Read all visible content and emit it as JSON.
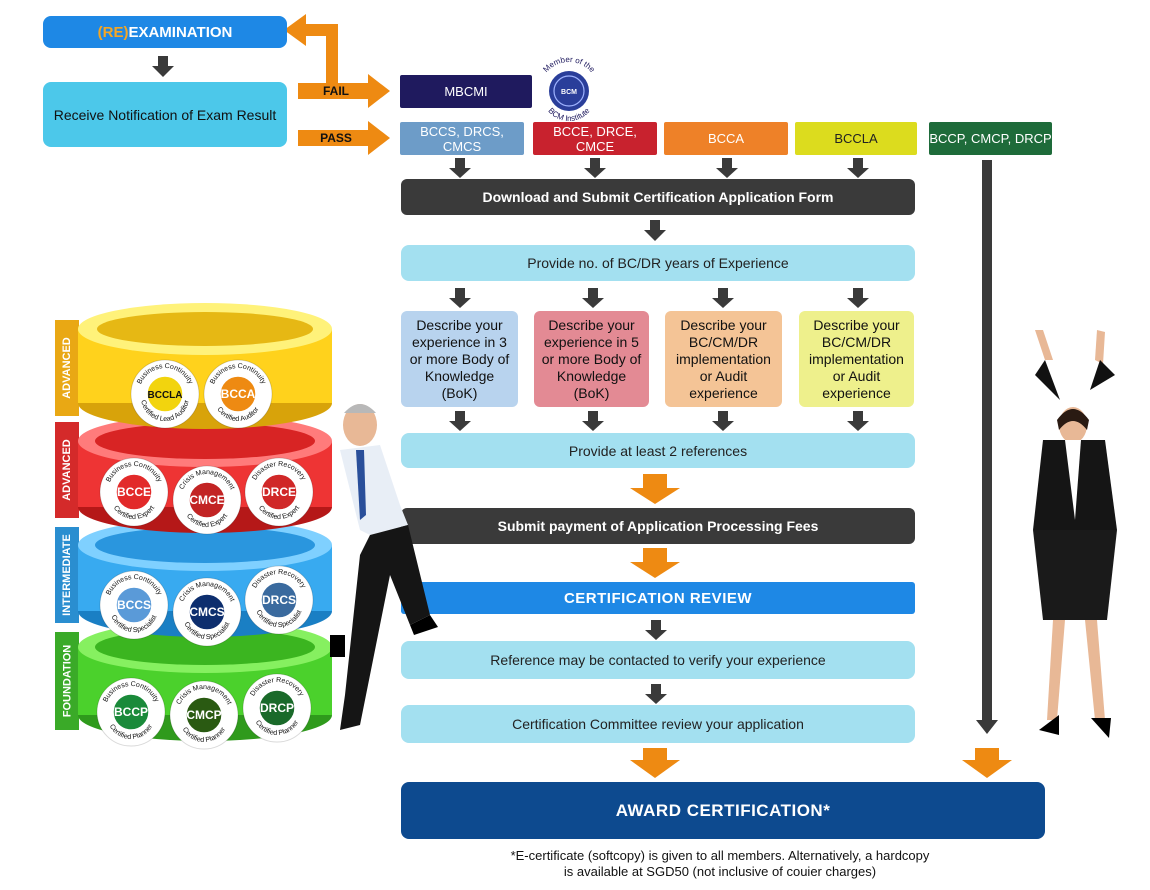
{
  "reexam": {
    "prefix": "(RE)",
    "label": "EXAMINATION"
  },
  "receive": "Receive Notification of Exam Result",
  "fail_label": "FAIL",
  "pass_label": "PASS",
  "mbcmi": "MBCMI",
  "seal": {
    "top": "Member of the",
    "bottom": "BCM Institute",
    "center": "BCM"
  },
  "tags": [
    {
      "label": "BCCS, DRCS, CMCS",
      "color": "#6d9cc8"
    },
    {
      "label": "BCCE, DRCE, CMCE",
      "color": "#c8222e"
    },
    {
      "label": "BCCA",
      "color": "#ee8128"
    },
    {
      "label": "BCCLA",
      "color": "#dcdc1e"
    },
    {
      "label": "BCCP, CMCP, DRCP",
      "color": "#1e6b3a"
    }
  ],
  "steps": {
    "download": "Download and Submit Certification Application Form",
    "years": "Provide no. of BC/DR years of Experience",
    "desc1": "Describe your experience in 3 or more Body of Knowledge (BoK)",
    "desc2": "Describe your experience in 5 or more Body of Knowledge (BoK)",
    "desc3": "Describe your BC/CM/DR implementation or Audit experience",
    "desc4": "Describe your BC/CM/DR implementation or Audit experience",
    "references": "Provide at least 2 references",
    "payment": "Submit payment of Application Processing Fees",
    "review": "CERTIFICATION REVIEW",
    "contact": "Reference may be contacted to verify your experience",
    "committee": "Certification Committee review your application",
    "award": "AWARD CERTIFICATION*"
  },
  "footnote": {
    "line1": "*E-certificate (softcopy) is given to all members. Alternatively, a hardcopy",
    "line2": "is available at SGD50 (not inclusive of couier charges)"
  },
  "levels": [
    {
      "label": "ADVANCED",
      "color": "#e9a814"
    },
    {
      "label": "ADVANCED",
      "color": "#d42a2a"
    },
    {
      "label": "INTERMEDIATE",
      "color": "#2a8ed0"
    },
    {
      "label": "FOUNDATION",
      "color": "#3aaa28"
    }
  ],
  "badges": {
    "bccla": {
      "code": "BCCLA",
      "ring": "Business Continuity",
      "sub": "Certified Lead Auditor"
    },
    "bcca": {
      "code": "BCCA",
      "ring": "Business Continuity",
      "sub": "Certified Auditor"
    },
    "bcce": {
      "code": "BCCE",
      "ring": "Business Continuity",
      "sub": "Certified Expert"
    },
    "cmce": {
      "code": "CMCE",
      "ring": "Crisis Management",
      "sub": "Certified Expert"
    },
    "drce": {
      "code": "DRCE",
      "ring": "Disaster Recovery",
      "sub": "Certified Expert"
    },
    "bccs": {
      "code": "BCCS",
      "ring": "Business Continuity",
      "sub": "Certified Specialist"
    },
    "cmcs": {
      "code": "CMCS",
      "ring": "Crisis Management",
      "sub": "Certified Specialist"
    },
    "drcs": {
      "code": "DRCS",
      "ring": "Disaster Recovery",
      "sub": "Certified Specialist"
    },
    "bccp": {
      "code": "BCCP",
      "ring": "Business Continuity",
      "sub": "Certified Planner"
    },
    "cmcp": {
      "code": "CMCP",
      "ring": "Crisis Management",
      "sub": "Certified Planner"
    },
    "drcp": {
      "code": "DRCP",
      "ring": "Disaster Recovery",
      "sub": "Certified Planner"
    }
  },
  "colors": {
    "blue": "#1e88e5",
    "dark": "#3a3a3a",
    "light": "#a3e0f0",
    "orange": "#ee8a12",
    "navy": "#0d4a8f",
    "cyan": "#4cc8ea"
  }
}
